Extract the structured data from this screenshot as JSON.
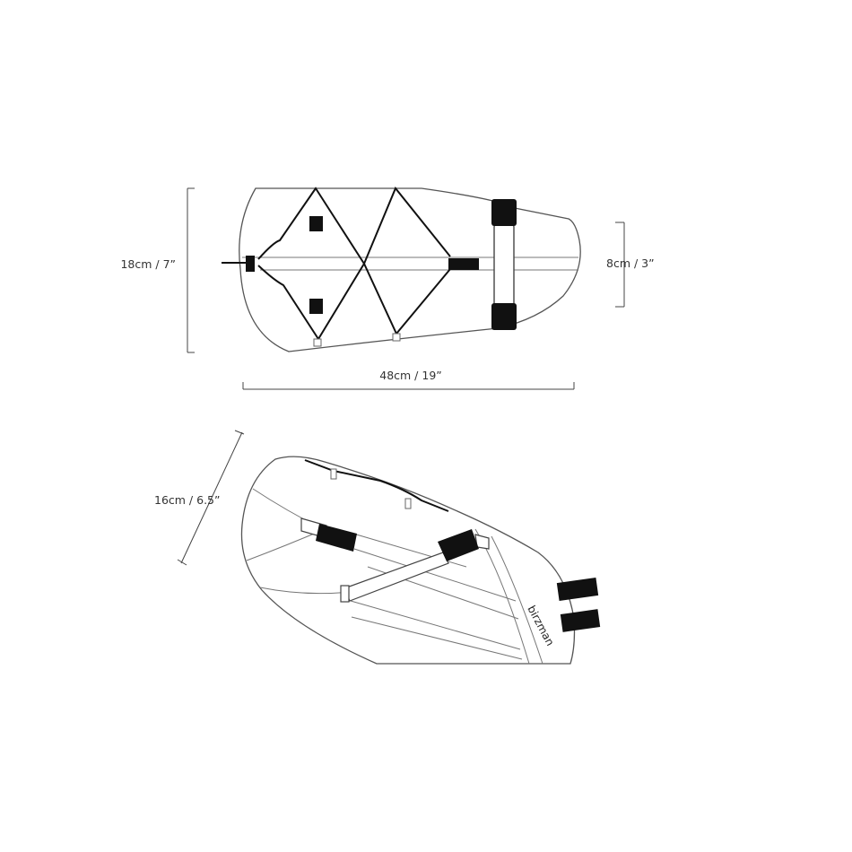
{
  "dimensions": {
    "height_top": "18cm / 7”",
    "width_rear": "8cm / 3”",
    "length": "48cm / 19”",
    "height_side": "16cm / 6.5”"
  },
  "brand_mark": "birzman",
  "colors": {
    "background": "#ffffff",
    "line": "#555555",
    "cord": "#111111"
  }
}
